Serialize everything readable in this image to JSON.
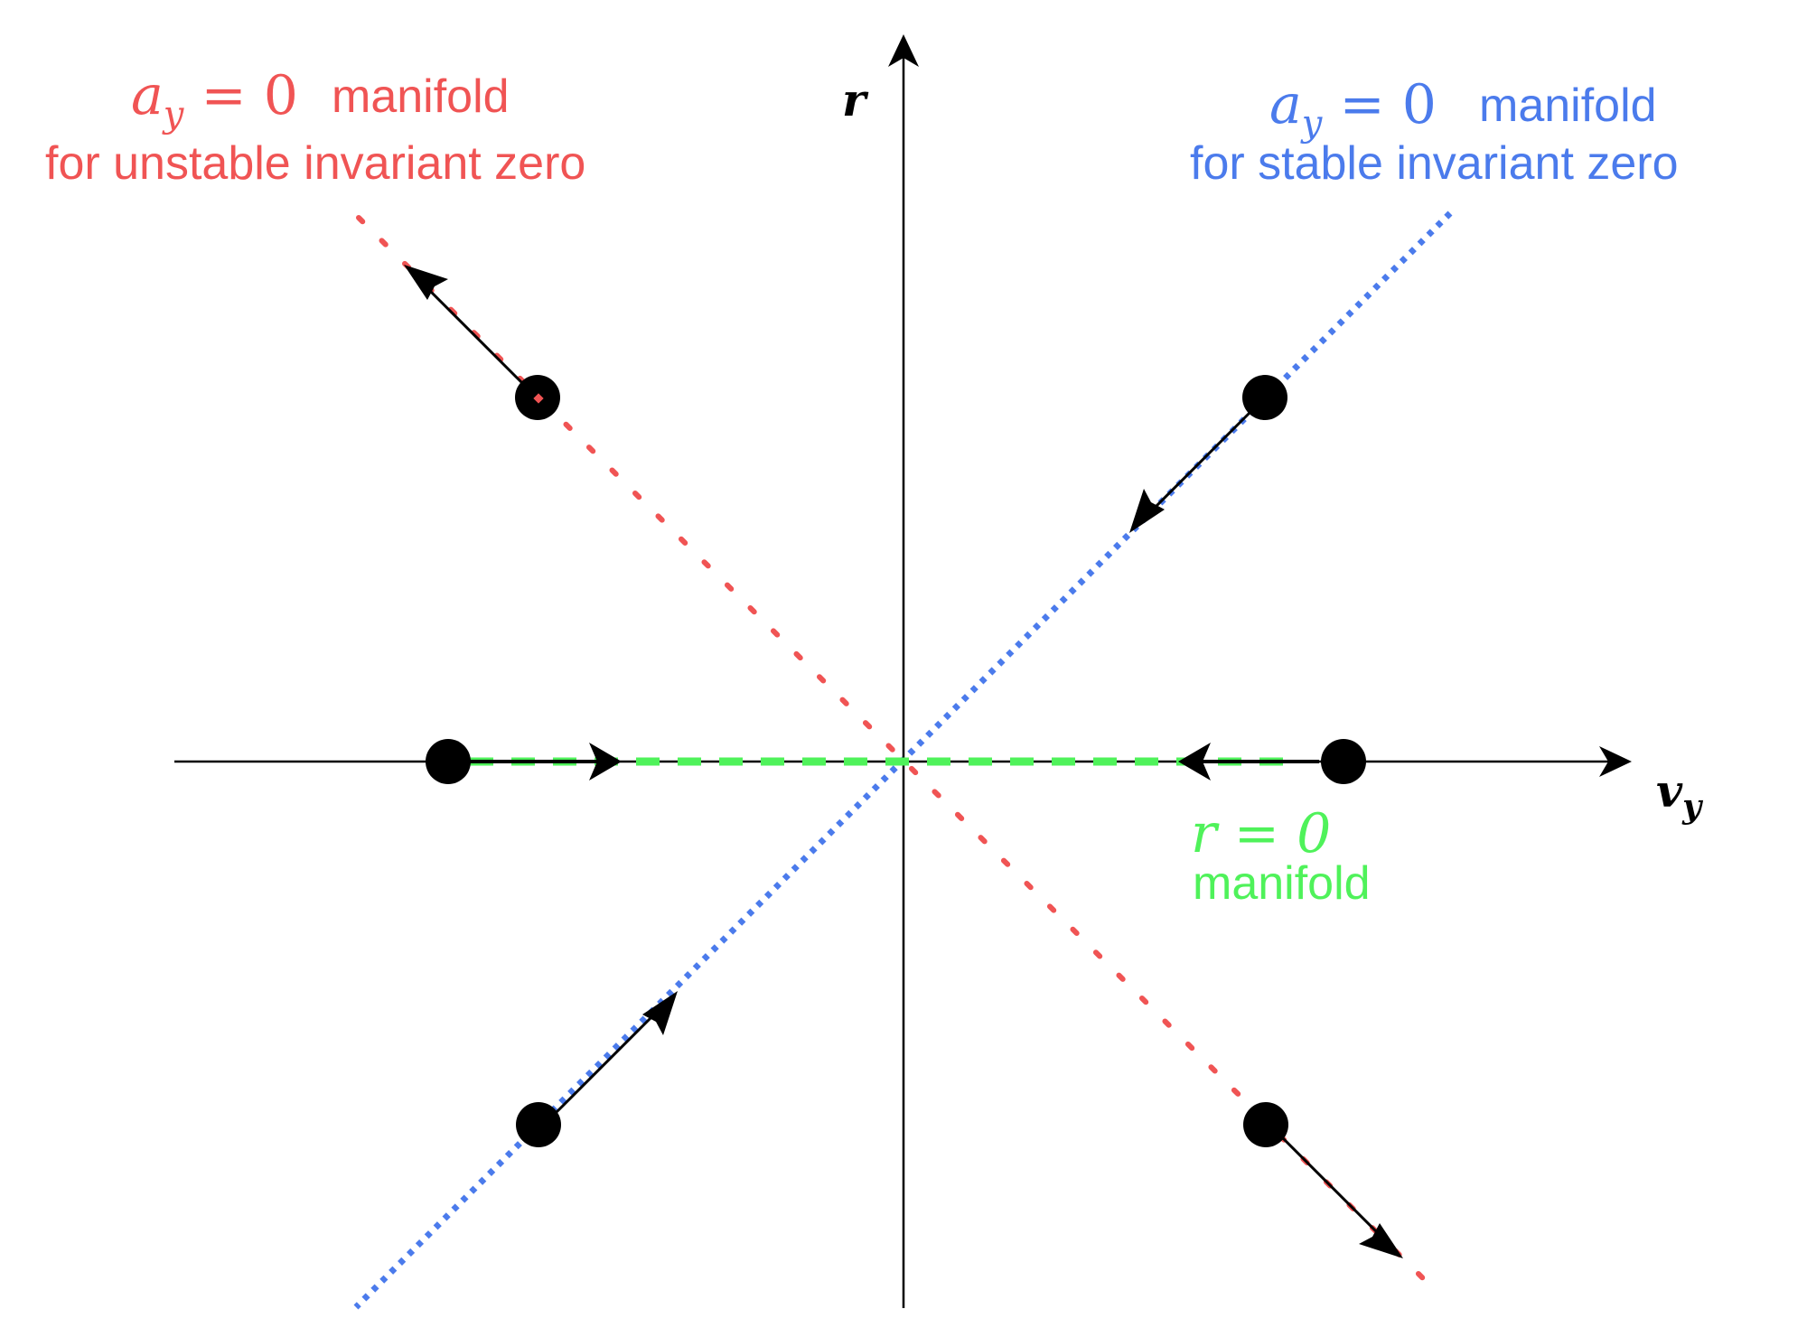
{
  "colors": {
    "red": "#f05454",
    "blue": "#4b7bec",
    "green": "#4ff25a",
    "black": "#000000"
  },
  "axes": {
    "x_label_var": "v",
    "x_label_sub": "y",
    "y_label": "r"
  },
  "labels": {
    "unstable": {
      "math_var": "a",
      "math_sub": "y",
      "math_rest": " = 0",
      "word": "manifold",
      "line2": "for unstable invariant zero"
    },
    "stable": {
      "math_var": "a",
      "math_sub": "y",
      "math_rest": " = 0",
      "word": "manifold",
      "line2": "for stable invariant zero"
    },
    "r_zero": {
      "math": "r = 0",
      "word": "manifold"
    }
  }
}
